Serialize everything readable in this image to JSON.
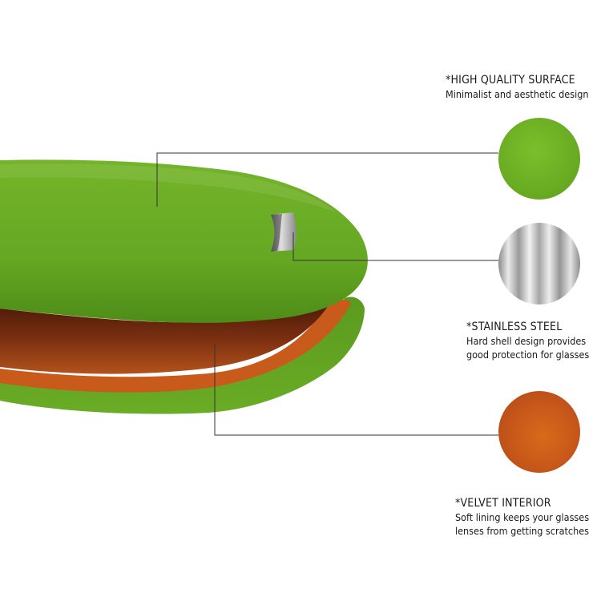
{
  "features": [
    {
      "title": "*HIGH QUALITY SURFACE",
      "lines": [
        "Minimalist and aesthetic design"
      ],
      "swatch": "green-surface",
      "color": "#6aac22"
    },
    {
      "title": "*STAINLESS STEEL",
      "lines": [
        "Hard shell design provides",
        "good protection for glasses"
      ],
      "swatch": "brushed-steel",
      "color": "#bdbdbd"
    },
    {
      "title": "*VELVET INTERIOR",
      "lines": [
        "Soft lining keeps your glasses",
        "lenses from getting scratches"
      ],
      "swatch": "orange-velvet",
      "color": "#c5561a"
    }
  ]
}
